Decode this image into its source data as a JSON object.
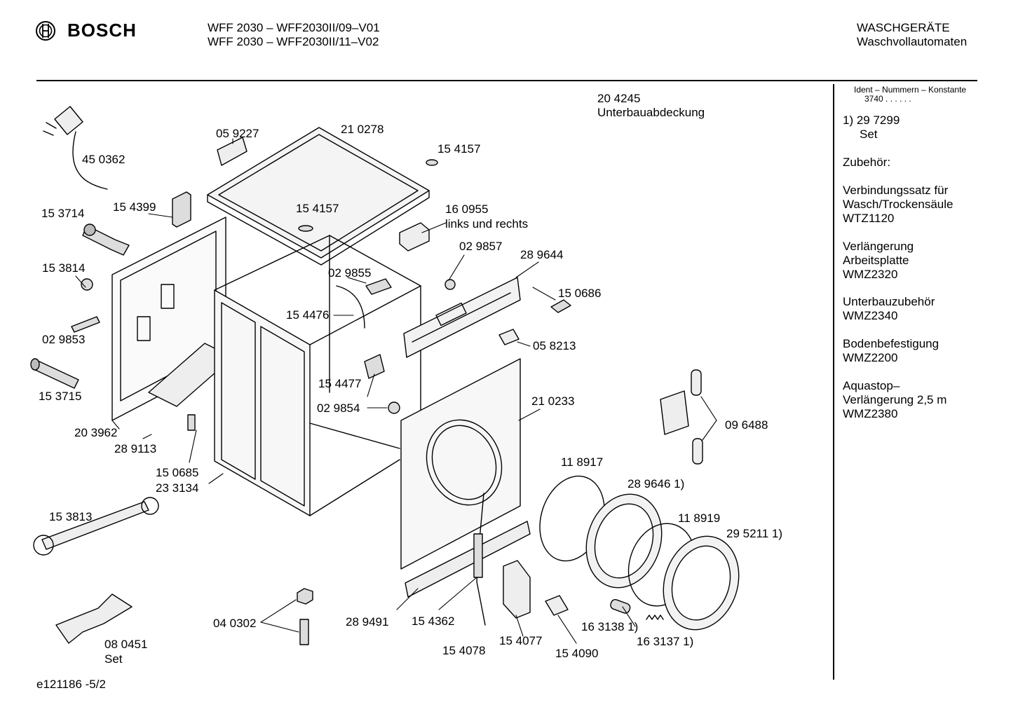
{
  "header": {
    "brand": "BOSCH",
    "model_lines": [
      "WFF 2030 – WFF2030II/09–V01",
      "WFF 2030 – WFF2030II/11–V02"
    ],
    "category": "WASCHGERÄTE",
    "subcategory": "Waschvollautomaten"
  },
  "sidebar": {
    "ident_heading": "Ident – Nummern – Konstante",
    "ident_value": "3740 . .   . . . .",
    "set_ref": "1)  29 7299",
    "set_label": "Set",
    "accessories_heading": "Zubehör:",
    "accessories": [
      {
        "lines": [
          "Verbindungssatz für",
          "Wasch/Trockensäule",
          "WTZ1120"
        ]
      },
      {
        "lines": [
          "Verlängerung",
          "Arbeitsplatte",
          "WMZ2320"
        ]
      },
      {
        "lines": [
          "Unterbauzubehör",
          "WMZ2340"
        ]
      },
      {
        "lines": [
          "Bodenbefestigung",
          "WMZ2200"
        ]
      },
      {
        "lines": [
          "Aquastop–",
          "Verlängerung 2,5 m",
          "WMZ2380"
        ]
      }
    ]
  },
  "parts": {
    "p450362": "45 0362",
    "p059227": "05 9227",
    "p210278": "21 0278",
    "p154157a": "15 4157",
    "p204245": "20 4245",
    "p204245_desc": "Unterbauabdeckung",
    "p153714": "15 3714",
    "p154399": "15 4399",
    "p154157b": "15 4157",
    "p160955": "16 0955",
    "p160955_desc": "links und rechts",
    "p029857": "02 9857",
    "p289644": "28 9644",
    "p153814": "15 3814",
    "p029855": "02 9855",
    "p150686": "15 0686",
    "p154476": "15 4476",
    "p029853": "02 9853",
    "p058213": "05 8213",
    "p154477": "15 4477",
    "p153715": "15 3715",
    "p210233": "21 0233",
    "p029854": "02 9854",
    "p096488": "09 6488",
    "p203962": "20 3962",
    "p289113": "28 9113",
    "p150685": "15 0685",
    "p233134": "23 3134",
    "p118917": "11 8917",
    "p289646": "28 9646 1)",
    "p153813": "15 3813",
    "p118919": "11 8919",
    "p295211": "29 5211 1)",
    "p040302": "04 0302",
    "p289491": "28 9491",
    "p154362": "15 4362",
    "p163138": "16 3138 1)",
    "p163137": "16 3137 1)",
    "p080451": "08 0451",
    "p080451_desc": "Set",
    "p154077": "15 4077",
    "p154090": "15 4090",
    "p154078": "15 4078"
  },
  "footer": {
    "drawing_id": "e121186 -5/2"
  }
}
